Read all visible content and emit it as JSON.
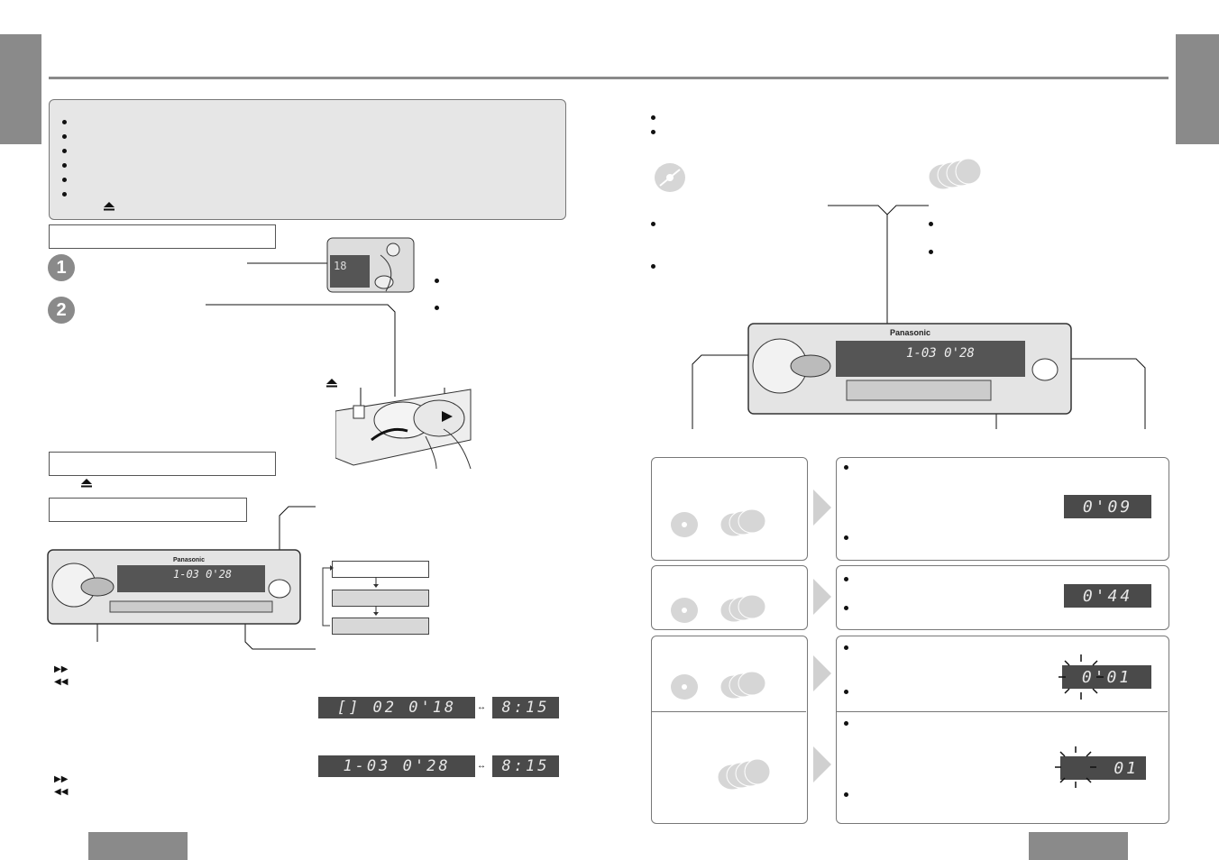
{
  "left_page": {
    "step_numbers": [
      "1",
      "2"
    ],
    "lcd": {
      "cd_time": "[] 02 0'18",
      "clock_1": "8:15",
      "changer_time": "1-03 0'28",
      "clock_2": "8:15"
    },
    "unit_display": "1-03 0'28",
    "unit_brand": "Panasonic"
  },
  "right_page": {
    "unit_display": "1-03 0'28",
    "unit_brand": "Panasonic",
    "lcd": {
      "row1": "0'09",
      "row2": "0'44",
      "row3": "0'01",
      "row4": "01"
    }
  },
  "icons": {
    "eject": "eject-icon",
    "ff": "fast-forward-icon",
    "rew": "rewind-icon",
    "cd": "cd-icon",
    "changer": "cd-changer-icon"
  }
}
